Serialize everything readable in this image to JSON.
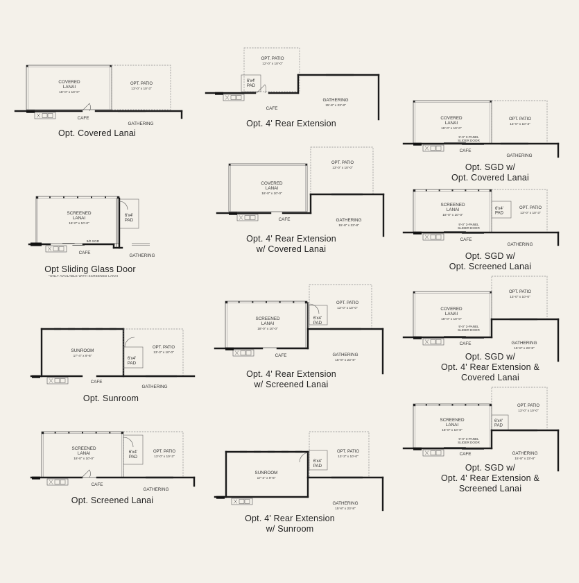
{
  "colors": {
    "background": "#f4f1ea",
    "wall": "#1a1a1a",
    "dashed": "#8a8a8a",
    "text": "#222222"
  },
  "icons": [
    "sink-icon",
    "counter-icon",
    "door-swing-icon",
    "window-icon"
  ],
  "options": [
    {
      "caption": [
        "Opt. Covered Lanai"
      ],
      "rooms": [
        {
          "kind": "covered",
          "name": [
            "COVERED",
            "LANAI"
          ],
          "dims": "18'-0\" x 10'-0\""
        },
        {
          "kind": "patio",
          "name": [
            "OPT. PATIO"
          ],
          "dims": "13'-0\" x 10'-3\""
        },
        {
          "kind": "label",
          "name": [
            "CAFE"
          ]
        },
        {
          "kind": "label",
          "name": [
            "GATHERING"
          ]
        }
      ]
    },
    {
      "caption": [
        "Opt. 4' Rear Extension"
      ],
      "rooms": [
        {
          "kind": "patio",
          "name": [
            "OPT. PATIO"
          ],
          "dims": "12'-0\" x 10'-0\""
        },
        {
          "kind": "pad",
          "name": [
            "6'x4'",
            "PAD"
          ]
        },
        {
          "kind": "label",
          "name": [
            "CAFE"
          ]
        },
        {
          "kind": "gathering",
          "name": [
            "GATHERING"
          ],
          "dims": "15'-8\" x 23'-8\""
        }
      ]
    },
    {
      "caption": [
        "Opt. SGD w/",
        "Opt. Covered Lanai"
      ],
      "rooms": [
        {
          "kind": "covered",
          "name": [
            "COVERED",
            "LANAI"
          ],
          "dims": "18'-0\" x 10'-0\""
        },
        {
          "kind": "patio",
          "name": [
            "OPT. PATIO"
          ],
          "dims": "13'-0\" x 10'-3\""
        },
        {
          "kind": "sgd",
          "name": [
            "9'-0\" 3-PANEL",
            "SLIDER DOOR"
          ]
        },
        {
          "kind": "label",
          "name": [
            "CAFE"
          ]
        },
        {
          "kind": "label",
          "name": [
            "GATHERING"
          ]
        }
      ]
    },
    {
      "caption": [
        "Opt. 4' Rear Extension",
        "w/ Covered Lanai"
      ],
      "rooms": [
        {
          "kind": "covered",
          "name": [
            "COVERED",
            "LANAI"
          ],
          "dims": "18'-0\" x 10'-0\""
        },
        {
          "kind": "patio",
          "name": [
            "OPT. PATIO"
          ],
          "dims": "13'-0\" x 10'-0\""
        },
        {
          "kind": "label",
          "name": [
            "CAFE"
          ]
        },
        {
          "kind": "gathering",
          "name": [
            "GATHERING"
          ],
          "dims": "15'-8\" x 23'-8\""
        }
      ]
    },
    {
      "caption": [
        "Opt Sliding Glass Door"
      ],
      "note": "*ONLY AVAILABLE WITH SCREENED LANAI",
      "rooms": [
        {
          "kind": "screened",
          "name": [
            "SCREENED",
            "LANAI"
          ],
          "dims": "18'-0\" x 10'-0\""
        },
        {
          "kind": "pad",
          "name": [
            "6'x4'",
            "PAD"
          ]
        },
        {
          "kind": "label",
          "name": [
            "9/0 SGD"
          ]
        },
        {
          "kind": "label",
          "name": [
            "CAFE"
          ]
        },
        {
          "kind": "label",
          "name": [
            "GATHERING"
          ]
        }
      ]
    },
    {
      "caption": [
        "Opt. SGD w/",
        "Opt. Screened Lanai"
      ],
      "rooms": [
        {
          "kind": "screened",
          "name": [
            "SCREENED",
            "LANAI"
          ],
          "dims": "18'-0\" x 10'-0\""
        },
        {
          "kind": "pad",
          "name": [
            "6'x4'",
            "PAD"
          ]
        },
        {
          "kind": "patio",
          "name": [
            "OPT. PATIO"
          ],
          "dims": "13'-0\" x 10'-3\""
        },
        {
          "kind": "sgd",
          "name": [
            "9'-0\" 3-PANEL",
            "SLIDER DOOR"
          ]
        },
        {
          "kind": "label",
          "name": [
            "CAFE"
          ]
        },
        {
          "kind": "label",
          "name": [
            "GATHERING"
          ]
        }
      ]
    },
    {
      "caption": [
        "Opt. 4' Rear Extension",
        "w/ Screened Lanai"
      ],
      "rooms": [
        {
          "kind": "screened",
          "name": [
            "SCREENED",
            "LANAI"
          ],
          "dims": "18'-0\" x 10'-0\""
        },
        {
          "kind": "pad",
          "name": [
            "6'x4'",
            "PAD"
          ]
        },
        {
          "kind": "patio",
          "name": [
            "OPT. PATIO"
          ],
          "dims": "13'-0\" x 10'-0\""
        },
        {
          "kind": "label",
          "name": [
            "CAFE"
          ]
        },
        {
          "kind": "gathering",
          "name": [
            "GATHERING"
          ],
          "dims": "15'-8\" x 23'-8\""
        }
      ]
    },
    {
      "caption": [
        "Opt. SGD w/",
        "Opt. 4' Rear Extension &",
        "Covered Lanai"
      ],
      "rooms": [
        {
          "kind": "covered",
          "name": [
            "COVERED",
            "LANAI"
          ],
          "dims": "18'-0\" x 10'-0\""
        },
        {
          "kind": "patio",
          "name": [
            "OPT. PATIO"
          ],
          "dims": "13'-0\" x 10'-0\""
        },
        {
          "kind": "sgd",
          "name": [
            "9'-0\" 3-PANEL",
            "SLIDER DOOR"
          ]
        },
        {
          "kind": "label",
          "name": [
            "CAFE"
          ]
        },
        {
          "kind": "gathering",
          "name": [
            "GATHERING"
          ],
          "dims": "15'-8\" x 23'-8\""
        }
      ]
    },
    {
      "caption": [
        "Opt. Sunroom"
      ],
      "rooms": [
        {
          "kind": "sunroom",
          "name": [
            "SUNROOM"
          ],
          "dims": "17'-4\" x 9'-8\""
        },
        {
          "kind": "pad",
          "name": [
            "6'x4'",
            "PAD"
          ]
        },
        {
          "kind": "patio",
          "name": [
            "OPT. PATIO"
          ],
          "dims": "13'-3\" x 10'-0\""
        },
        {
          "kind": "label",
          "name": [
            "CAFE"
          ]
        },
        {
          "kind": "label",
          "name": [
            "GATHERING"
          ]
        }
      ]
    },
    {
      "caption": [
        "Opt. Screened Lanai"
      ],
      "rooms": [
        {
          "kind": "screened",
          "name": [
            "SCREENED",
            "LANAI"
          ],
          "dims": "18'-0\" x 10'-0\""
        },
        {
          "kind": "pad",
          "name": [
            "6'x4'",
            "PAD"
          ]
        },
        {
          "kind": "patio",
          "name": [
            "OPT. PATIO"
          ],
          "dims": "13'-0\" x 10'-3\""
        },
        {
          "kind": "label",
          "name": [
            "CAFE"
          ]
        },
        {
          "kind": "label",
          "name": [
            "GATHERING"
          ]
        }
      ]
    },
    {
      "caption": [
        "Opt. 4' Rear Extension",
        "w/ Sunroom"
      ],
      "rooms": [
        {
          "kind": "sunroom",
          "name": [
            "SUNROOM"
          ],
          "dims": "17'-4\" x 9'-8\""
        },
        {
          "kind": "pad",
          "name": [
            "6'x4'",
            "PAD"
          ]
        },
        {
          "kind": "patio",
          "name": [
            "OPT. PATIO"
          ],
          "dims": "13'-3\" x 10'-0\""
        },
        {
          "kind": "gathering",
          "name": [
            "GATHERING"
          ],
          "dims": "15'-8\" x 23'-8\""
        }
      ]
    },
    {
      "caption": [
        "Opt. SGD w/",
        "Opt. 4' Rear Extension &",
        "Screened Lanai"
      ],
      "rooms": [
        {
          "kind": "screened",
          "name": [
            "SCREENED",
            "LANAI"
          ],
          "dims": "18'-0\" x 10'-0\""
        },
        {
          "kind": "pad",
          "name": [
            "6'x4'",
            "PAD"
          ]
        },
        {
          "kind": "patio",
          "name": [
            "OPT. PATIO"
          ],
          "dims": "13'-0\" x 10'-0\""
        },
        {
          "kind": "sgd",
          "name": [
            "9'-0\" 3-PANEL",
            "SLIDER DOOR"
          ]
        },
        {
          "kind": "label",
          "name": [
            "CAFE"
          ]
        },
        {
          "kind": "gathering",
          "name": [
            "GATHERING"
          ],
          "dims": "15'-8\" x 23'-8\""
        }
      ]
    }
  ]
}
